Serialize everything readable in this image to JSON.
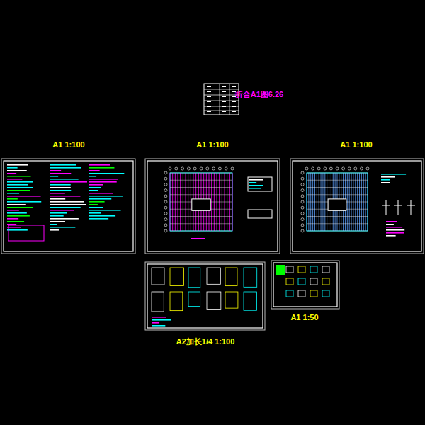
{
  "diagram": {
    "labels": [
      "折合A1图6.26",
      "A1 1:100",
      "A1 1:100",
      "A1 1:100",
      "A2加长1/4 1:100",
      "A1 1:50"
    ]
  }
}
